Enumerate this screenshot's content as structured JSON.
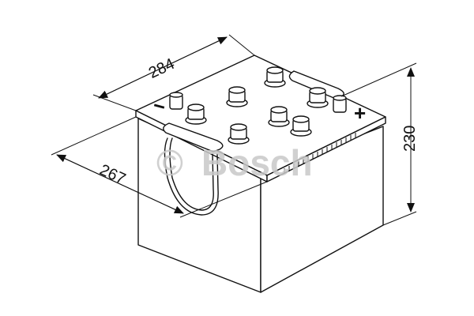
{
  "drawing": {
    "subject": "battery-outline",
    "dimensions": {
      "length": "284",
      "width": "267",
      "height": "230"
    },
    "terminal_labels": {
      "negative": "−",
      "positive": "+"
    },
    "watermark": {
      "copyright": "©",
      "brand": "Bosch"
    },
    "colors": {
      "line": "#111111",
      "watermark": "#c8c8c8",
      "background": "#ffffff"
    }
  }
}
